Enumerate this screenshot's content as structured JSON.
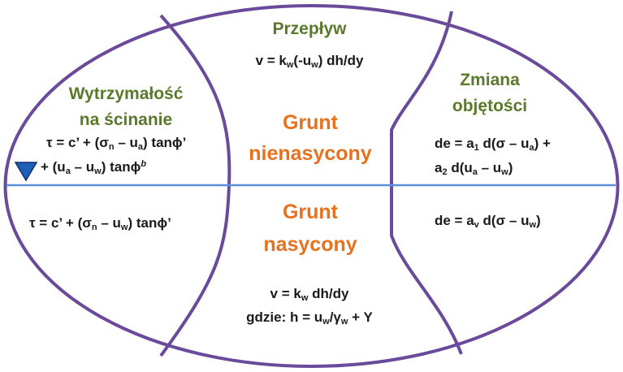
{
  "colors": {
    "ellipse_stroke": "#6a4a9a",
    "water_line": "#5b8fd8",
    "water_marker": "#1e5fb8",
    "heading_green": "#5a7a2a",
    "center_orange": "#e8711e",
    "equation_text": "#1a1a1a"
  },
  "regions": {
    "flow": {
      "title": "Przepływ",
      "equation": {
        "lhs": "v = k",
        "sub1": "w",
        "mid": "(-u",
        "sub2": "w",
        "rhs": ") dh/dy"
      }
    },
    "shear": {
      "title_line1": "Wytrzymałość",
      "title_line2": "na ścinanie",
      "unsat_line1": {
        "a": "τ = c’ + (σ",
        "sub1": "n",
        "b": " – u",
        "sub2": "a",
        "c": ") tanϕ’"
      },
      "unsat_line2": {
        "a": "+ (u",
        "sub1": "a",
        "b": " – u",
        "sub2": "w",
        "c": ") tanϕ",
        "sup": "b"
      },
      "sat_line": {
        "a": "τ = c’ + (σ",
        "sub1": "n",
        "b": " – u",
        "sub2": "w",
        "c": ") tanϕ’"
      }
    },
    "volume": {
      "title_line1": "Zmiana",
      "title_line2": "objętości",
      "unsat_line1": {
        "a": "de = a",
        "sub1": "1",
        "b": " d(σ – u",
        "sub2": "a",
        "c": ") +"
      },
      "unsat_line2": {
        "a": "a",
        "sub1": "2",
        "b": " d(u",
        "sub2": "a",
        "c": " – u",
        "sub3": "w",
        "d": ")"
      },
      "sat_line": {
        "a": "de = a",
        "sub1": "v",
        "b": " d(σ – u",
        "sub2": "w",
        "c": ")"
      }
    },
    "center": {
      "unsaturated_line1": "Grunt",
      "unsaturated_line2": "nienasycony",
      "saturated_line1": "Grunt",
      "saturated_line2": "nasycony"
    },
    "bottom": {
      "line1": {
        "a": "v = k",
        "sub1": "w",
        "b": " dh/dy"
      },
      "line2": {
        "a": "gdzie: h = u",
        "sub1": "w",
        "b": "/γ",
        "sub2": "w",
        "c": " + Y"
      }
    }
  }
}
